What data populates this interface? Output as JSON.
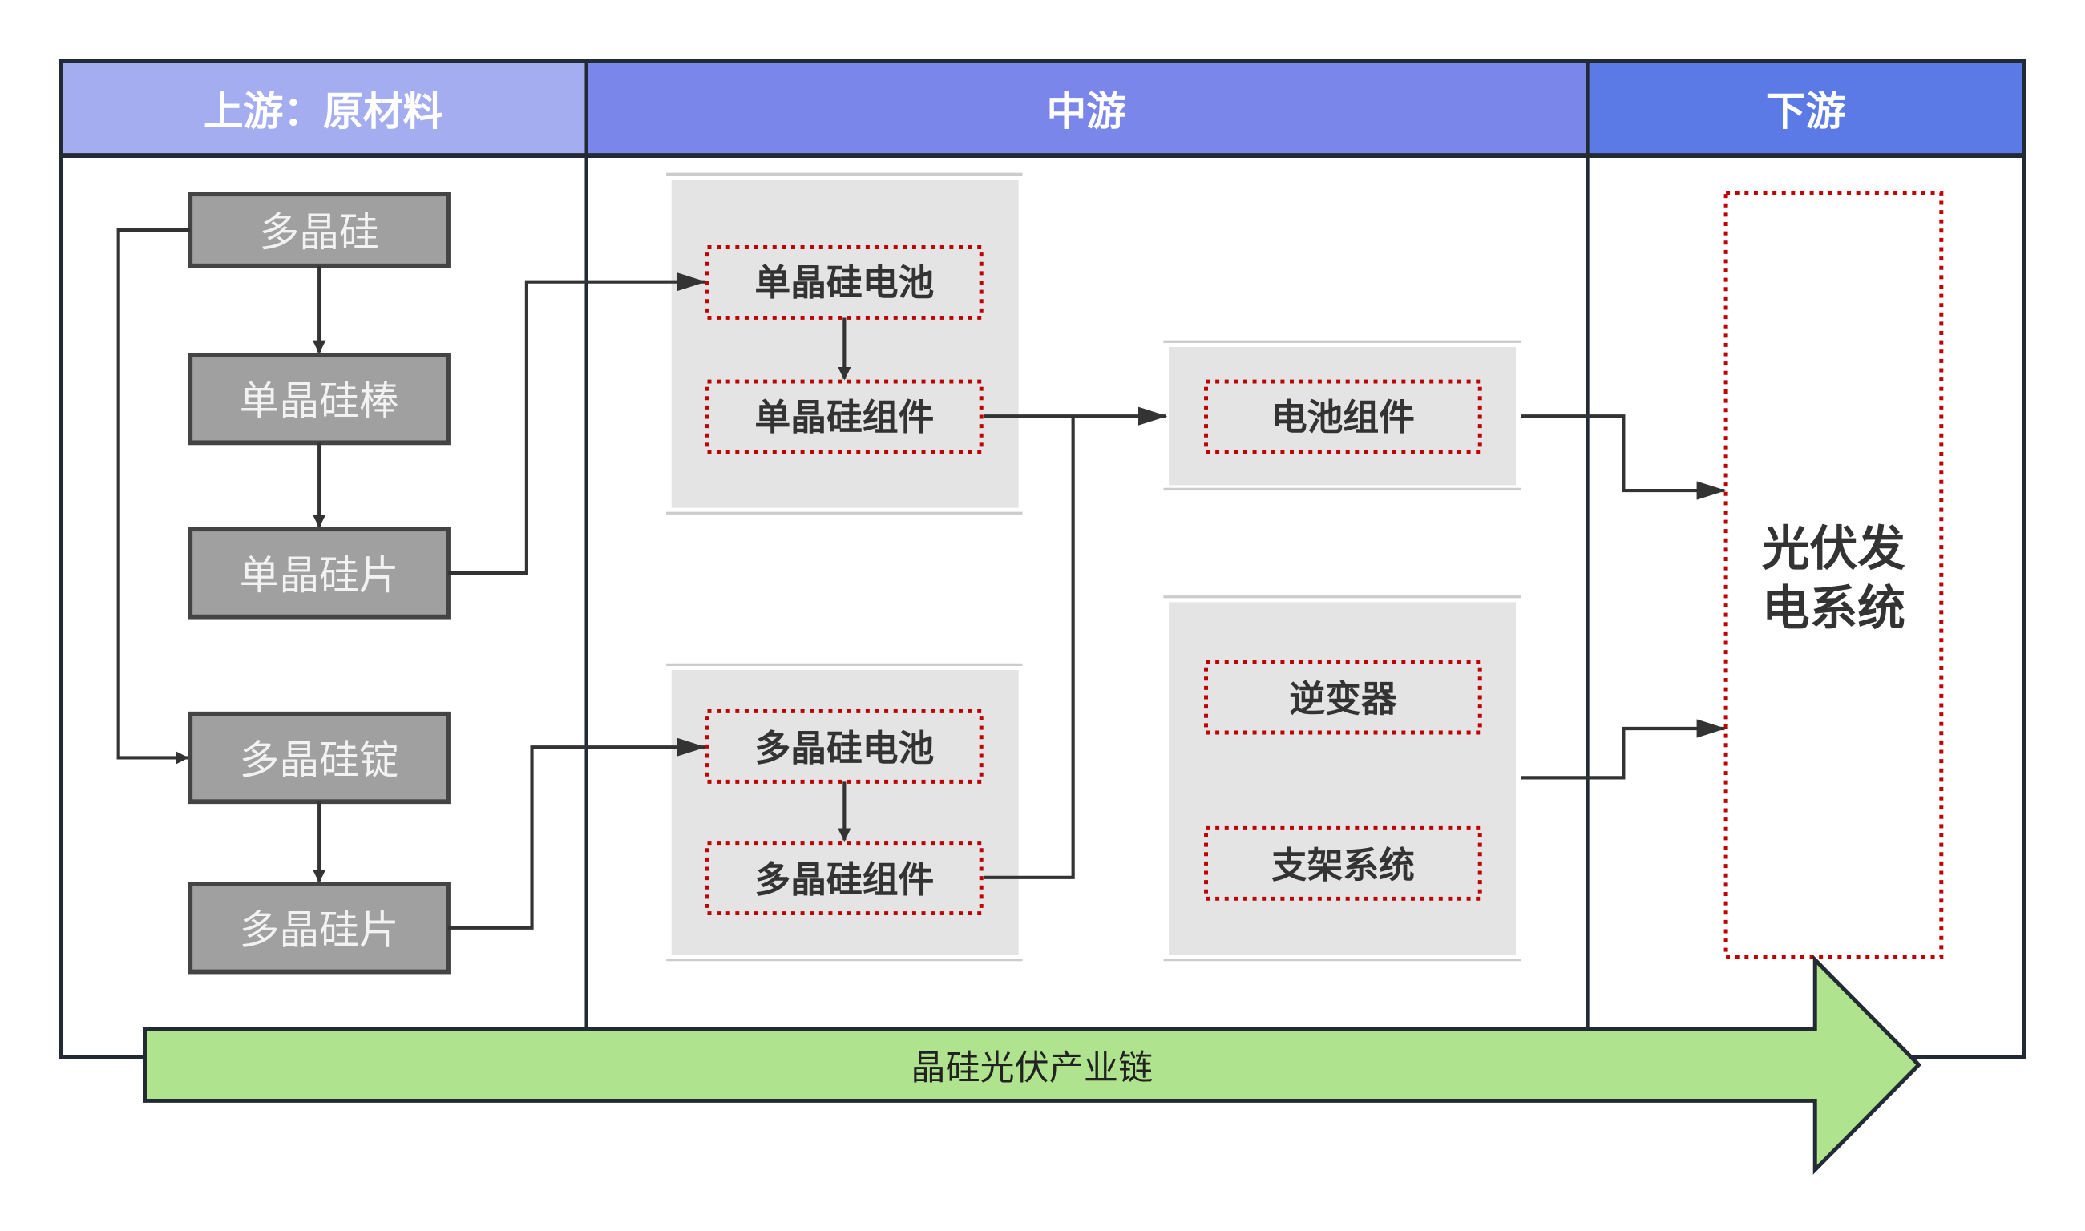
{
  "diagram": {
    "columns": [
      {
        "label": "上游：原材料",
        "color": "#a3adf0"
      },
      {
        "label": "中游",
        "color": "#7b86ea"
      },
      {
        "label": "下游",
        "color": "#5b7ae6"
      }
    ],
    "upstream": {
      "boxes": [
        "多晶硅",
        "单晶硅棒",
        "单晶硅片",
        "多晶硅锭",
        "多晶硅片"
      ]
    },
    "midstream": {
      "mono_group": [
        "单晶硅电池",
        "单晶硅组件"
      ],
      "poly_group": [
        "多晶硅电池",
        "多晶硅组件"
      ],
      "module_group": [
        "电池组件"
      ],
      "bos_group": [
        "逆变器",
        "支架系统"
      ]
    },
    "downstream": {
      "system_line1": "光伏发",
      "system_line2": "电系统"
    },
    "banner": {
      "label": "晶硅光伏产业链",
      "color": "#b0e38e"
    },
    "colors": {
      "frame": "#222a33",
      "upstream_box": "#a0a0a0",
      "mid_group_bg": "#e4e4e4",
      "dotted_border": "#c00000"
    }
  }
}
